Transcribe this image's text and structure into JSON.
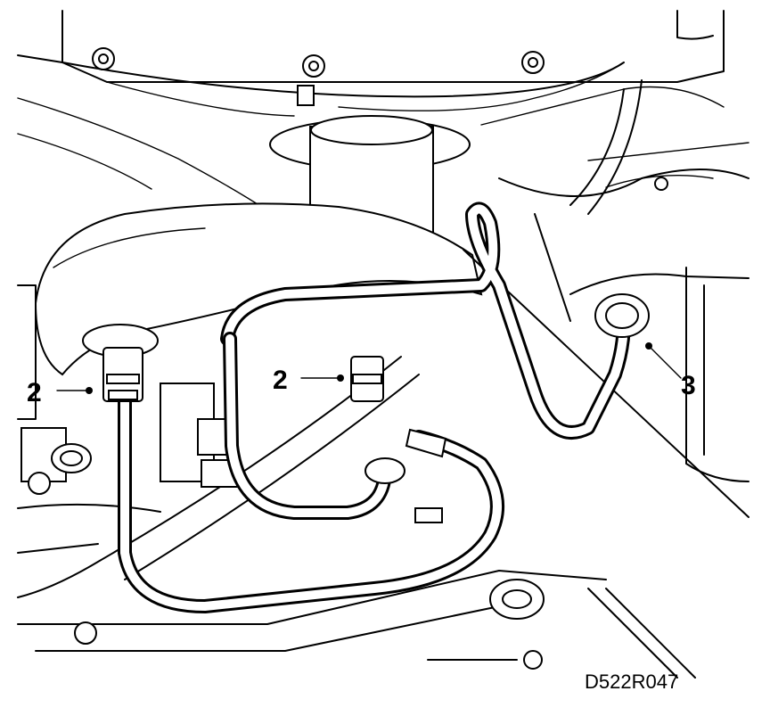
{
  "diagram": {
    "callouts": {
      "left": "2",
      "center": "2",
      "right": "3"
    },
    "reference_code": "D522R047"
  }
}
